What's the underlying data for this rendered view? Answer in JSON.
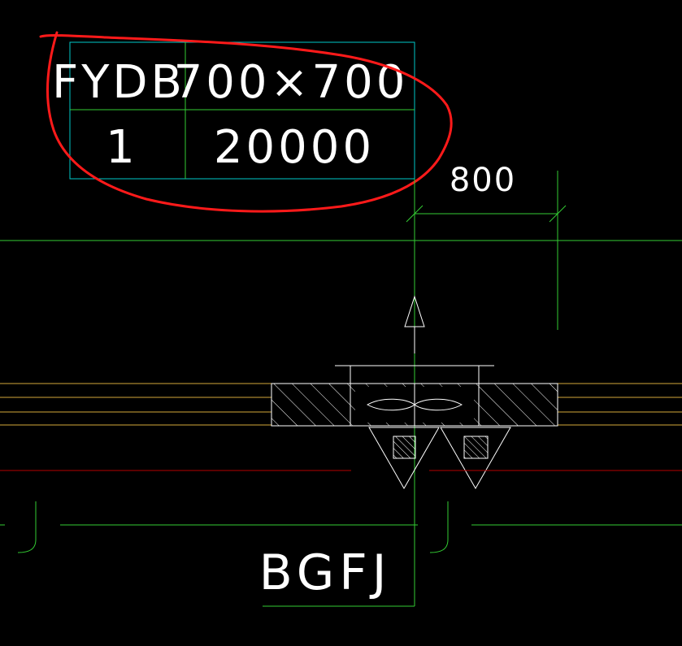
{
  "table": {
    "row1": {
      "code": "FYDB",
      "size": "700×700"
    },
    "row2": {
      "count": "1",
      "value": "20000"
    }
  },
  "dimension": {
    "value": "800"
  },
  "label": {
    "text": "BGFJ"
  },
  "colors": {
    "background": "#000000",
    "table_border": "#00c8c8",
    "table_divider": "#33cc33",
    "green_line": "#33cc33",
    "orange_line": "#d4a83a",
    "red_line": "#b30000",
    "annotation_red": "#ff1a1a",
    "white": "#ffffff"
  }
}
